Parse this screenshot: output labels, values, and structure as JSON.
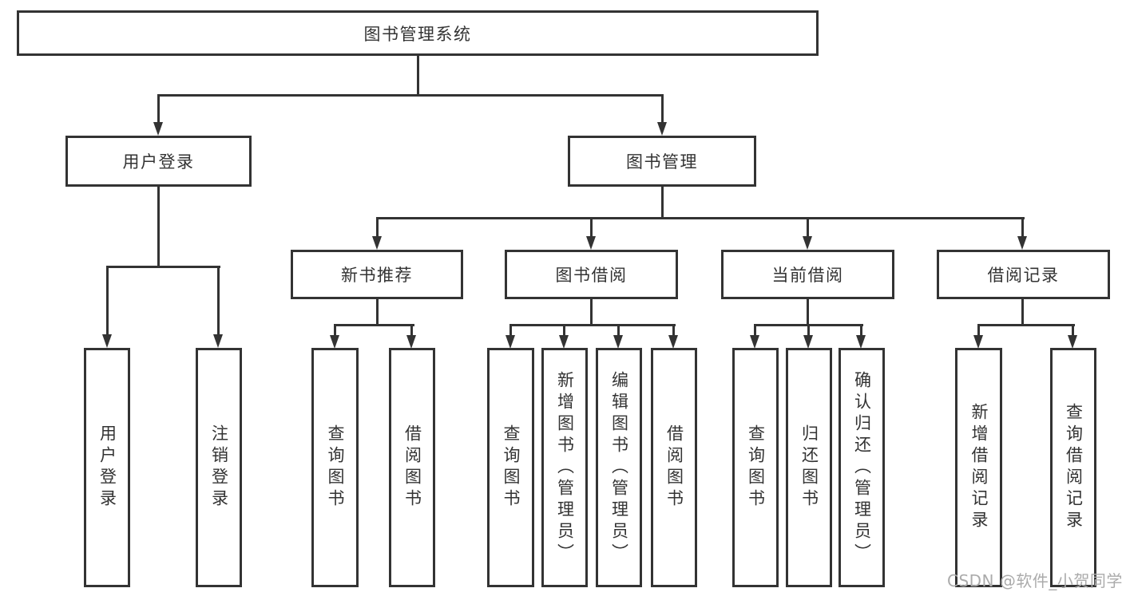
{
  "tree": {
    "root": {
      "label": "图书管理系统",
      "children": [
        {
          "label": "用户登录",
          "children": [
            {
              "label": "用户登录"
            },
            {
              "label": "注销登录"
            }
          ]
        },
        {
          "label": "图书管理",
          "children": [
            {
              "label": "新书推荐",
              "children": [
                {
                  "label": "查询图书"
                },
                {
                  "label": "借阅图书"
                }
              ]
            },
            {
              "label": "图书借阅",
              "children": [
                {
                  "label": "查询图书"
                },
                {
                  "label": "新增图书（管理员）"
                },
                {
                  "label": "编辑图书（管理员）"
                },
                {
                  "label": "借阅图书"
                }
              ]
            },
            {
              "label": "当前借阅",
              "children": [
                {
                  "label": "查询图书"
                },
                {
                  "label": "归还图书"
                },
                {
                  "label": "确认归还（管理员）"
                }
              ]
            },
            {
              "label": "借阅记录",
              "children": [
                {
                  "label": "新增借阅记录"
                },
                {
                  "label": "查询借阅记录"
                }
              ]
            }
          ]
        }
      ]
    }
  },
  "watermark": {
    "text": "CSDN @软件_小贺同学",
    "color": "#ababab"
  },
  "colors": {
    "line": "#333333",
    "text": "#333333",
    "node_background": "#ffffff"
  }
}
